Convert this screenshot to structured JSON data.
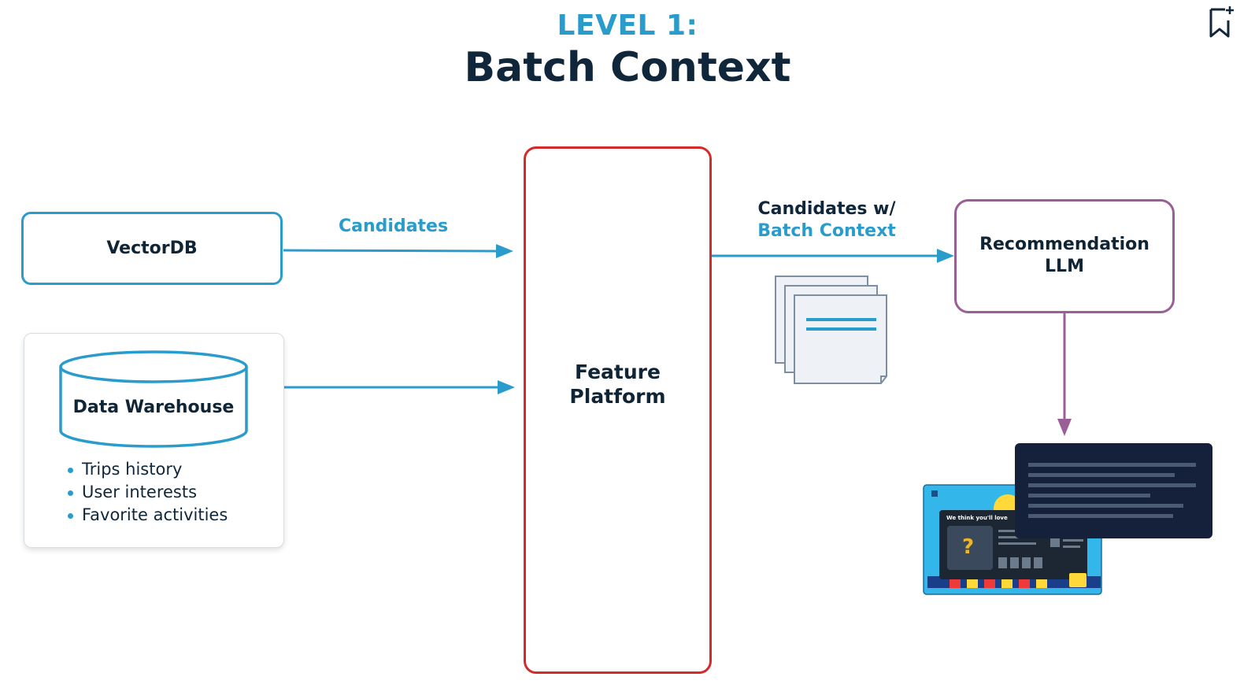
{
  "title": {
    "level": "LEVEL 1:",
    "main": "Batch Context"
  },
  "nodes": {
    "vectordb": "VectorDB",
    "data_warehouse": "Data Warehouse",
    "data_warehouse_items": [
      "Trips history",
      "User interests",
      "Favorite activities"
    ],
    "feature_platform_line1": "Feature",
    "feature_platform_line2": "Platform",
    "recommendation_line1": "Recommendation",
    "recommendation_line2": "LLM"
  },
  "edges": {
    "candidates": "Candidates",
    "candidates_with_line1": "Candidates w/",
    "candidates_with_line2": "Batch Context"
  },
  "app_preview": {
    "banner_text": "We think you'll love",
    "placeholder_glyph": "?"
  },
  "icons": [
    "bookmark-add-icon",
    "documents-stack-icon",
    "database-cylinder-icon"
  ],
  "colors": {
    "accent_blue": "#2a9ccc",
    "feature_red": "#d42a2a",
    "llm_purple": "#9b5f97",
    "dark_navy": "#10263a"
  }
}
